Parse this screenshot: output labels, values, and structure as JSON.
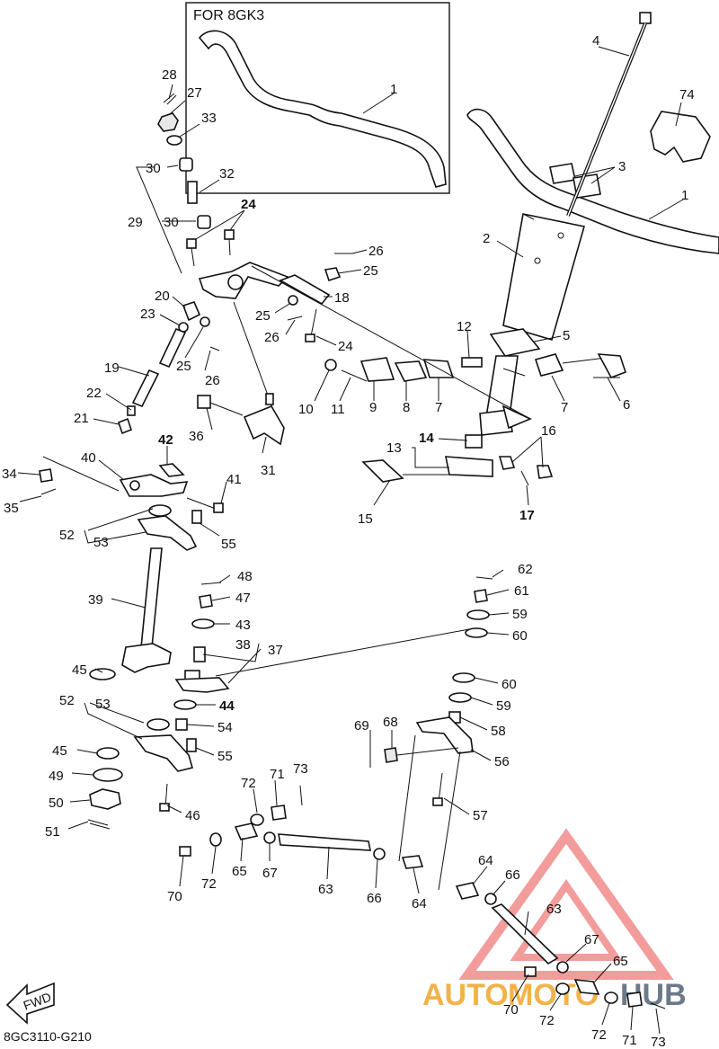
{
  "inset": {
    "title": "FOR 8GK3"
  },
  "diagram_code": "8GC3110-G210",
  "fwd_label": "FWD",
  "watermark": {
    "auto": "AUTO",
    "moto": "MOTO",
    "hub": "HUB"
  },
  "colors": {
    "watermark_red": "#e84a4a",
    "watermark_orange": "#f2b24a",
    "ink": "#111111"
  },
  "labels": {
    "l1_inset": "1",
    "l1": "1",
    "l2": "2",
    "l3": "3",
    "l4": "4",
    "l5": "5",
    "l6": "6",
    "l7a": "7",
    "l7b": "7",
    "l8": "8",
    "l9": "9",
    "l10": "10",
    "l11": "11",
    "l12": "12",
    "l13": "13",
    "l14": "14",
    "l15": "15",
    "l16": "16",
    "l17": "17",
    "l18": "18",
    "l19": "19",
    "l20": "20",
    "l21": "21",
    "l22": "22",
    "l23": "23",
    "l24a": "24",
    "l24b": "24",
    "l25a": "25",
    "l25b": "25",
    "l25c": "25",
    "l26a": "26",
    "l26b": "26",
    "l26c": "26",
    "l27": "27",
    "l28": "28",
    "l29": "29",
    "l30a": "30",
    "l30b": "30",
    "l31": "31",
    "l32": "32",
    "l33": "33",
    "l34": "34",
    "l35": "35",
    "l36": "36",
    "l37": "37",
    "l38": "38",
    "l39": "39",
    "l40": "40",
    "l41": "41",
    "l42": "42",
    "l43": "43",
    "l44": "44",
    "l45a": "45",
    "l45b": "45",
    "l46": "46",
    "l47": "47",
    "l48": "48",
    "l49": "49",
    "l50": "50",
    "l51": "51",
    "l52a": "52",
    "l52b": "52",
    "l53a": "53",
    "l53b": "53",
    "l54": "54",
    "l55a": "55",
    "l55b": "55",
    "l56": "56",
    "l57": "57",
    "l58": "58",
    "l59a": "59",
    "l59b": "59",
    "l60a": "60",
    "l60b": "60",
    "l61": "61",
    "l62": "62",
    "l63a": "63",
    "l63b": "63",
    "l64a": "64",
    "l64b": "64",
    "l65a": "65",
    "l65b": "65",
    "l66a": "66",
    "l66b": "66",
    "l67a": "67",
    "l67b": "67",
    "l68": "68",
    "l69": "69",
    "l70a": "70",
    "l70b": "70",
    "l71a": "71",
    "l71b": "71",
    "l72a": "72",
    "l72b": "72",
    "l72c": "72",
    "l72d": "72",
    "l73a": "73",
    "l73b": "73",
    "l74": "74"
  }
}
